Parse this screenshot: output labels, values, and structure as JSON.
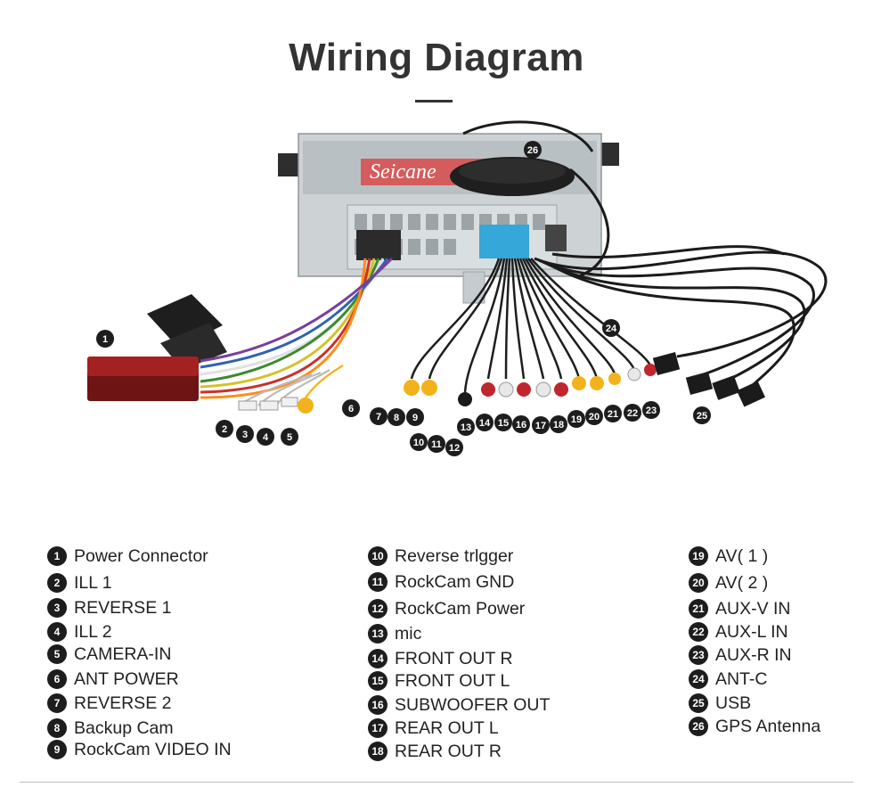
{
  "header": {
    "title": "Wiring Diagram"
  },
  "device": {
    "brand_text": "Seicane"
  },
  "callouts": {
    "c1": "1",
    "c2": "2",
    "c3": "3",
    "c4": "4",
    "c5": "5",
    "c6": "6",
    "c7": "7",
    "c8": "8",
    "c9": "9",
    "c10": "10",
    "c11": "11",
    "c12": "12",
    "c13": "13",
    "c14": "14",
    "c15": "15",
    "c16": "16",
    "c17": "17",
    "c18": "18",
    "c19": "19",
    "c20": "20",
    "c21": "21",
    "c22": "22",
    "c23": "23",
    "c24": "24",
    "c25": "25",
    "c26": "26"
  },
  "legend": {
    "col1": [
      {
        "num": "1",
        "label": "Power Connector"
      },
      {
        "num": "2",
        "label": "ILL 1"
      },
      {
        "num": "3",
        "label": "REVERSE 1"
      },
      {
        "num": "4",
        "label": "ILL 2"
      },
      {
        "num": "5",
        "label": "CAMERA-IN"
      },
      {
        "num": "6",
        "label": "ANT POWER"
      },
      {
        "num": "7",
        "label": "REVERSE 2"
      },
      {
        "num": "8",
        "label": "Backup Cam"
      },
      {
        "num": "9",
        "label": "RockCam VIDEO IN"
      }
    ],
    "col2": [
      {
        "num": "10",
        "label": "Reverse trlgger"
      },
      {
        "num": "11",
        "label": "RockCam GND"
      },
      {
        "num": "12",
        "label": "RockCam Power"
      },
      {
        "num": "13",
        "label": "mic"
      },
      {
        "num": "14",
        "label": "FRONT OUT R"
      },
      {
        "num": "15",
        "label": "FRONT OUT L"
      },
      {
        "num": "16",
        "label": "SUBWOOFER OUT"
      },
      {
        "num": "17",
        "label": "REAR OUT L"
      },
      {
        "num": "18",
        "label": "REAR OUT R"
      }
    ],
    "col3": [
      {
        "num": "19",
        "label": "AV( 1 )"
      },
      {
        "num": "20",
        "label": "AV( 2 )"
      },
      {
        "num": "21",
        "label": "AUX-V IN"
      },
      {
        "num": "22",
        "label": "AUX-L IN"
      },
      {
        "num": "23",
        "label": "AUX-R IN"
      },
      {
        "num": "24",
        "label": "ANT-C"
      },
      {
        "num": "25",
        "label": "USB"
      },
      {
        "num": "26",
        "label": "GPS Antenna"
      }
    ]
  },
  "colors": {
    "callout_fill": "#1d1d1d",
    "rca_red": "#c0262d",
    "rca_white": "#e8e8e8",
    "rca_yellow": "#f2b21b",
    "chassis": "#cfd4d6"
  }
}
